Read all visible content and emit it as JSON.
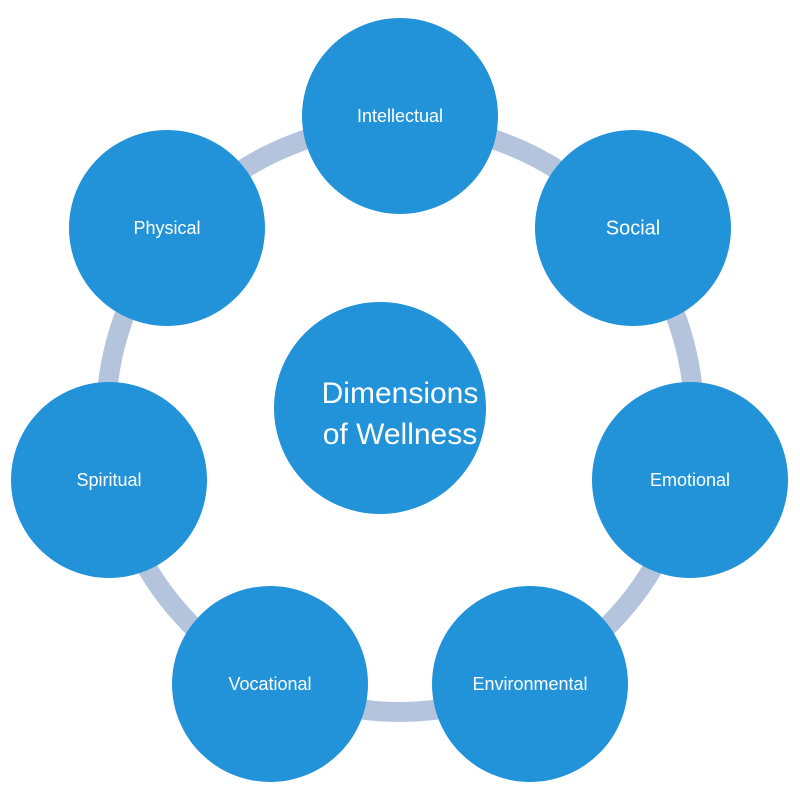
{
  "center": {
    "line1": "Dimensions",
    "line2": "of Wellness"
  },
  "dimensions": [
    {
      "id": "intellectual",
      "label": "Intellectual"
    },
    {
      "id": "social",
      "label": "Social"
    },
    {
      "id": "emotional",
      "label": "Emotional"
    },
    {
      "id": "environmental",
      "label": "Environmental"
    },
    {
      "id": "vocational",
      "label": "Vocational"
    },
    {
      "id": "spiritual",
      "label": "Spiritual"
    },
    {
      "id": "physical",
      "label": "Physical"
    }
  ],
  "colors": {
    "circle": "#2293d8",
    "ring": "#b4c4dd",
    "text": "#ffffff",
    "background": "#ffffff"
  }
}
